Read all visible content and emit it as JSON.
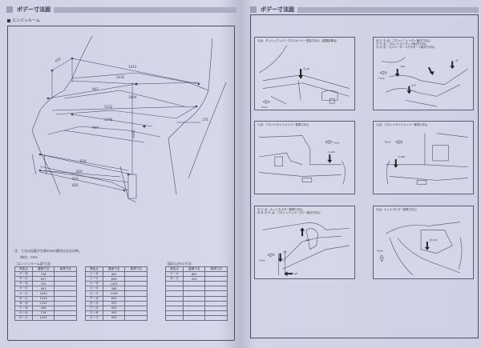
{
  "left_page": {
    "header": {
      "title": "ボデー寸法図"
    },
    "section": {
      "title": "エンジンルーム"
    },
    "drawing": {
      "labels": [
        "652",
        "1413",
        "1432",
        "900",
        "1404",
        "1152",
        "1298",
        "806",
        "900",
        "462",
        "176",
        "903",
        "1050",
        "826",
        "920",
        "826"
      ]
    },
    "note": "注：寸法の記載が左側のみの箇所は左右対称。",
    "unit": "（単位：mm）",
    "table1": {
      "caption": "［エンジンルーム部寸法］",
      "headers": [
        "測定点",
        "直線寸法",
        "実測寸法"
      ],
      "rows_a": [
        [
          "Ａ－Ⓑ",
          "728",
          ""
        ],
        [
          "Ａ－Ⓒ",
          "637",
          ""
        ],
        [
          "Ａ－Ⓓ",
          "752",
          ""
        ],
        [
          "Ａ－Ⓔ",
          "903",
          ""
        ],
        [
          "Ａ－Ⓕ",
          "1050",
          ""
        ],
        [
          "Ｂ－Ⓒ",
          "1415",
          ""
        ],
        [
          "Ｂ－Ⓓ",
          "1151",
          ""
        ],
        [
          "Ｃ－Ⓓ",
          "446",
          ""
        ],
        [
          "Ｇ－Ⓗ",
          "176",
          ""
        ],
        [
          "Ｈ－Ⓘ",
          "1432",
          ""
        ]
      ],
      "rows_b": [
        [
          "Ⓘ－Ⓚ",
          "462",
          ""
        ],
        [
          "Ⓘ－Ⓛ",
          "806",
          ""
        ],
        [
          "Ⓒ－Ⓓ",
          "1404",
          ""
        ],
        [
          "Ⓒ－Ⓔ",
          "288",
          ""
        ],
        [
          "Ⓔ－Ⓕ",
          "1298",
          ""
        ],
        [
          "Ｐ－Ⓠ",
          "830",
          ""
        ],
        [
          "Ⓡ－Ⓢ",
          "903",
          ""
        ],
        [
          "Ⓣ－Ⓤ",
          "920",
          ""
        ],
        [
          "Ⓥ－Ⓦ",
          "920",
          ""
        ],
        [
          "Ⓧ－Ⓨ",
          "920",
          ""
        ]
      ]
    },
    "table2": {
      "caption": "［図示以外の寸法］",
      "headers": [
        "測定点",
        "直線寸法",
        "実測寸法"
      ],
      "rows": [
        [
          "Ⓒ－Ⓐ",
          "883",
          ""
        ],
        [
          "Ⓑ－Ⓢ",
          "903",
          ""
        ],
        [
          "",
          "",
          ""
        ],
        [
          "",
          "",
          ""
        ],
        [
          "",
          "",
          ""
        ],
        [
          "",
          "",
          ""
        ],
        [
          "",
          "",
          ""
        ],
        [
          "",
          "",
          ""
        ],
        [
          "",
          "",
          ""
        ],
        [
          "",
          "",
          ""
        ]
      ]
    }
  },
  "right_page": {
    "header": {
      "title": "ボデー寸法図"
    },
    "panels": [
      {
        "caption": [
          "Ⓐ点：ダッシュアッパークロスメンバー測定穴中心（重要部車点）"
        ],
        "hole": "Ⓐ φ8",
        "front": "Front"
      },
      {
        "caption": [
          "Ⓑ Ⓒ Ⓓ 点：フロントフェンダー取付穴中心",
          "Ⓔ Ⓕ 点：フロントストラット取付穴中心",
          "Ⓖ Ⓗ 点：ラジエーターコアサポート取付穴中心"
        ],
        "hole": "φ10 / φ12 / φ7",
        "front": "Front"
      },
      {
        "caption": [
          "Ⓘ点：フロントサイドメンバー基準穴中心"
        ],
        "hole": "Ⓘ φ20",
        "front": "Front"
      },
      {
        "caption": [
          "Ⓙ点：フロントサイドメンバー基準穴中心"
        ],
        "hole": "Ⓙ φ20",
        "front": "Front"
      },
      {
        "caption": [
          "Ⓚ Ⓛ 点：ナットホルダー基準穴中心",
          "Ⓜ Ⓝ Ⓞ Ⓟ 点：フロントバンパーステー取付穴中心"
        ],
        "hole": "φ10 / φ8 / φ8",
        "front": "Front"
      },
      {
        "caption": [
          "Ⓠ点：ナットホルダー基準穴中心"
        ],
        "hole": "Ⓠ φ10",
        "front": "Front"
      }
    ]
  }
}
